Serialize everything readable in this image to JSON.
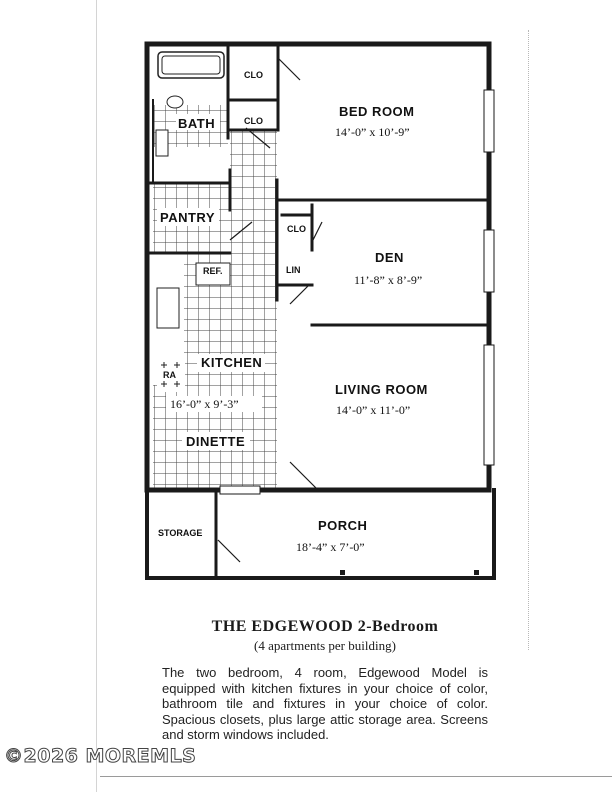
{
  "rooms": {
    "bedroom": {
      "name": "BED ROOM",
      "dims": "14’-0” x 10’-9”"
    },
    "den": {
      "name": "DEN",
      "dims": "11’-8” x 8’-9”"
    },
    "living_room": {
      "name": "LIVING ROOM",
      "dims": "14’-0” x 11’-0”"
    },
    "kitchen": {
      "name": "KITCHEN",
      "dims": "16’-0” x 9’-3”"
    },
    "dinette": {
      "name": "DINETTE"
    },
    "porch": {
      "name": "PORCH",
      "dims": "18’-4” x 7’-0”"
    },
    "bath": {
      "name": "BATH"
    },
    "pantry": {
      "name": "PANTRY"
    },
    "storage": {
      "name": "STORAGE"
    },
    "closet_1": {
      "name": "CLO"
    },
    "closet_2": {
      "name": "CLO"
    },
    "closet_3": {
      "name": "CLO"
    },
    "linen": {
      "name": "LIN"
    },
    "refrigerator": {
      "name": "REF."
    },
    "range": {
      "name": "RA"
    }
  },
  "caption": {
    "title": "THE EDGEWOOD 2-Bedroom",
    "subtitle": "(4 apartments per building)",
    "description": "The two bedroom, 4 room, Edgewood Model is equipped with kitchen fixtures in your choice of color, bathroom tile and fixtures in your choice of color.   Spacious closets, plus large attic storage area. Screens and storm windows included."
  },
  "watermark": "©2026 MOREMLS"
}
